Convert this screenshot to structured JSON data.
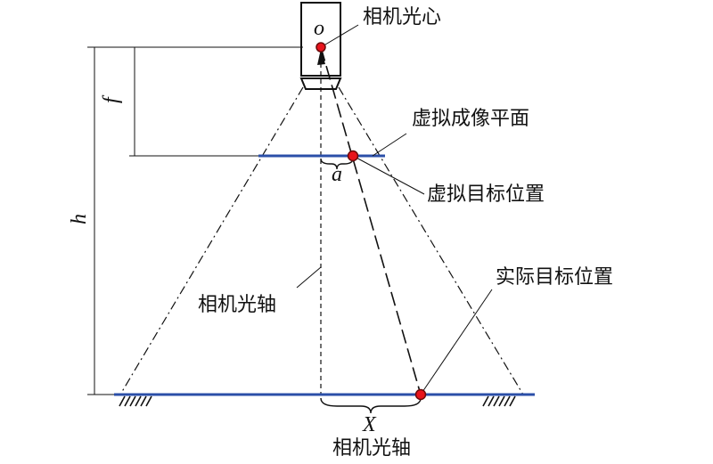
{
  "labels": {
    "optical_center": "相机光心",
    "origin": "o",
    "focal_length": "f",
    "height": "h",
    "virtual_plane": "虚拟成像平面",
    "virtual_target": "虚拟目标位置",
    "offset_a": "a",
    "camera_axis": "相机光轴",
    "actual_target": "实际目标位置",
    "offset_x": "X",
    "camera_axis_bottom": "相机光轴"
  },
  "colors": {
    "line": "#111111",
    "plane": "#2b4fa8",
    "target_fill": "#e8141c",
    "target_stroke": "#6a0a0a"
  }
}
